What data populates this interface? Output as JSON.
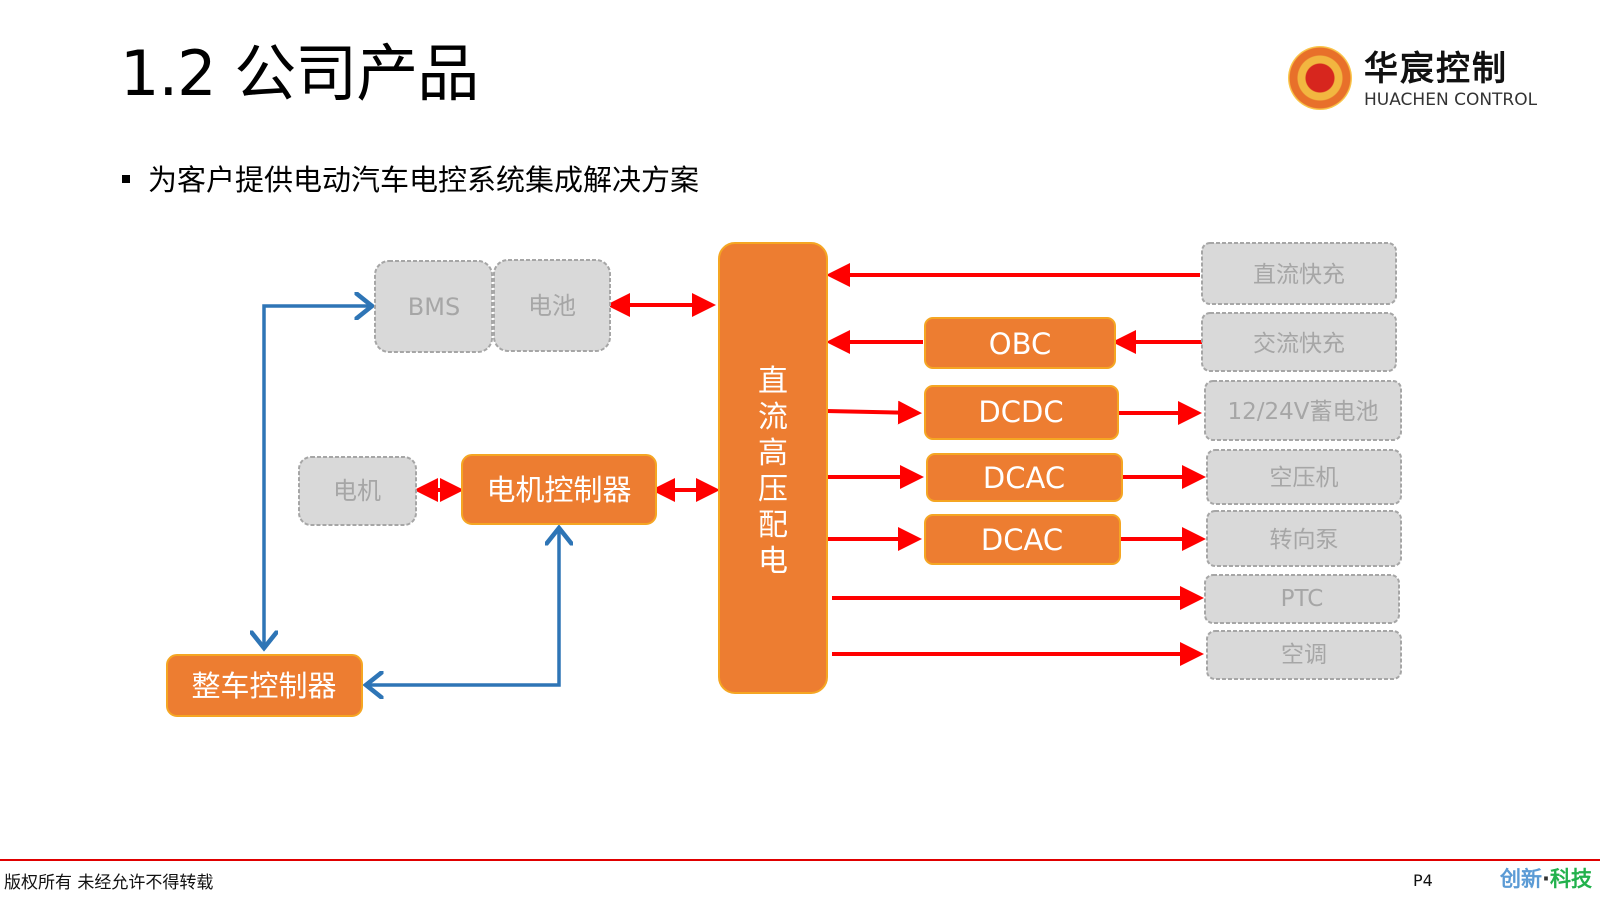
{
  "header": {
    "title": "1.2 公司产品",
    "logo": {
      "icon": "gear-logo-icon",
      "name_cn": "华宸控制",
      "name_en": "HUACHEN CONTROL"
    }
  },
  "bullet": "为客户提供电动汽车电控系统集成解决方案",
  "colors": {
    "orange": "#ed7d31",
    "orange_border": "#f5a623",
    "gray_fill": "#d9d9d9",
    "gray_border": "#a6a6a6",
    "gray_text": "#a6a6a6",
    "power_arrow": "#ff0000",
    "signal_arrow": "#2e75b6",
    "footer_line": "#e00000"
  },
  "diagram": {
    "nodes": [
      {
        "id": "bms",
        "label": "BMS",
        "style": "gray"
      },
      {
        "id": "battery",
        "label": "电池",
        "style": "gray"
      },
      {
        "id": "motor",
        "label": "电机",
        "style": "gray"
      },
      {
        "id": "motor_controller",
        "label": "电机控制器",
        "style": "orange"
      },
      {
        "id": "vcu",
        "label": "整车控制器",
        "style": "orange"
      },
      {
        "id": "pdu",
        "label": "直流高压配电",
        "style": "orange"
      },
      {
        "id": "obc",
        "label": "OBC",
        "style": "orange"
      },
      {
        "id": "dcdc",
        "label": "DCDC",
        "style": "orange"
      },
      {
        "id": "dcac1",
        "label": "DCAC",
        "style": "orange"
      },
      {
        "id": "dcac2",
        "label": "DCAC",
        "style": "orange"
      },
      {
        "id": "dc_fast",
        "label": "直流快充",
        "style": "gray"
      },
      {
        "id": "ac_charge",
        "label": "交流快充",
        "style": "gray"
      },
      {
        "id": "aux_battery",
        "label": "12/24V蓄电池",
        "style": "gray"
      },
      {
        "id": "air_compressor",
        "label": "空压机",
        "style": "gray"
      },
      {
        "id": "steering_pump",
        "label": "转向泵",
        "style": "gray"
      },
      {
        "id": "ptc",
        "label": "PTC",
        "style": "gray"
      },
      {
        "id": "ac",
        "label": "空调",
        "style": "gray"
      }
    ],
    "edges": [
      {
        "from": "battery",
        "to": "pdu",
        "type": "power",
        "direction": "both"
      },
      {
        "from": "motor",
        "to": "motor_controller",
        "type": "power",
        "direction": "both"
      },
      {
        "from": "motor_controller",
        "to": "pdu",
        "type": "power",
        "direction": "both"
      },
      {
        "from": "dc_fast",
        "to": "pdu",
        "type": "power",
        "direction": "forward"
      },
      {
        "from": "ac_charge",
        "to": "obc",
        "type": "power",
        "direction": "forward"
      },
      {
        "from": "obc",
        "to": "pdu",
        "type": "power",
        "direction": "forward"
      },
      {
        "from": "pdu",
        "to": "dcdc",
        "type": "power",
        "direction": "forward"
      },
      {
        "from": "dcdc",
        "to": "aux_battery",
        "type": "power",
        "direction": "forward"
      },
      {
        "from": "pdu",
        "to": "dcac1",
        "type": "power",
        "direction": "forward"
      },
      {
        "from": "dcac1",
        "to": "air_compressor",
        "type": "power",
        "direction": "forward"
      },
      {
        "from": "pdu",
        "to": "dcac2",
        "type": "power",
        "direction": "forward"
      },
      {
        "from": "dcac2",
        "to": "steering_pump",
        "type": "power",
        "direction": "forward"
      },
      {
        "from": "pdu",
        "to": "ptc",
        "type": "power",
        "direction": "forward"
      },
      {
        "from": "pdu",
        "to": "ac",
        "type": "power",
        "direction": "forward"
      },
      {
        "from": "vcu",
        "to": "bms",
        "type": "signal",
        "direction": "both"
      },
      {
        "from": "vcu",
        "to": "motor_controller",
        "type": "signal",
        "direction": "both"
      }
    ]
  },
  "footer": {
    "copyright": "版权所有 未经允许不得转载",
    "page": "P4",
    "slogan_a": "创新",
    "slogan_sep": "·",
    "slogan_b": "科技"
  }
}
